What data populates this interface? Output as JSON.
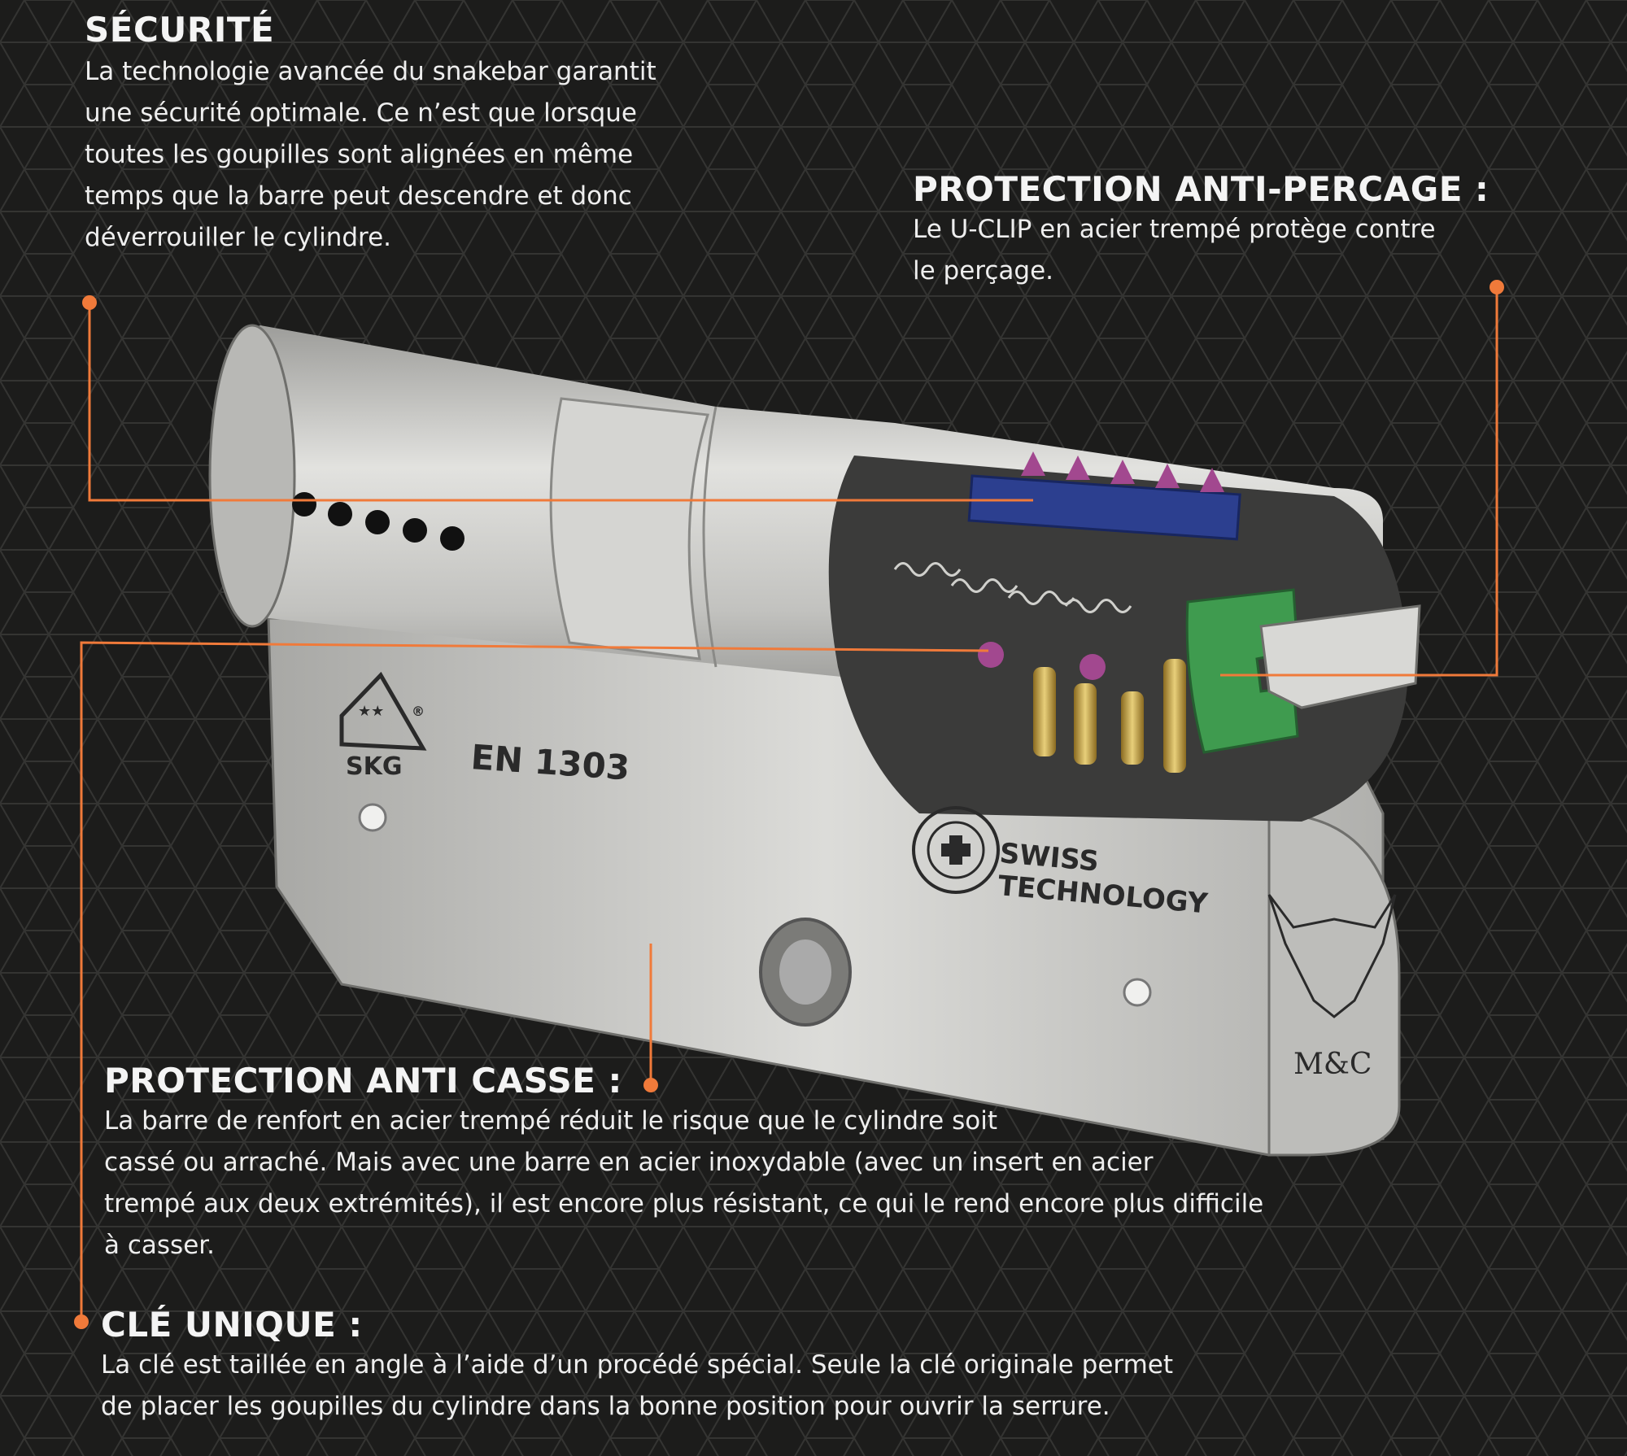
{
  "sections": {
    "security": {
      "heading": "SÉCURITÉ",
      "lines": [
        "La technologie avancée du snakebar garantit",
        "une sécurité optimale. Ce n’est que lorsque",
        "toutes les goupilles sont alignées en même",
        "temps que la barre peut descendre et donc",
        "déverrouiller le cylindre."
      ]
    },
    "anti_drill": {
      "heading": "PROTECTION ANTI-PERCAGE :",
      "lines": [
        "Le U-CLIP en acier trempé protège contre",
        "le perçage."
      ]
    },
    "anti_break": {
      "heading": "PROTECTION ANTI CASSE :",
      "lines": [
        "La barre de renfort en acier trempé réduit le risque que le cylindre soit",
        "cassé ou arraché. Mais avec une barre en acier inoxydable (avec un insert en acier",
        "trempé aux deux extrémités), il est encore plus résistant, ce qui le rend encore plus difficile",
        "à casser."
      ]
    },
    "unique_key": {
      "heading": "CLÉ UNIQUE :",
      "lines": [
        "La clé est taillée en angle à l’aide d’un procédé spécial. Seule la clé originale permet",
        "de placer les goupilles du cylindre dans la bonne position pour ouvrir la serrure."
      ]
    }
  },
  "product_markings": {
    "cert_mark": "SKG",
    "registered": "®",
    "standard": "EN 1303",
    "tech_line1": "SWISS",
    "tech_line2": "TECHNOLOGY",
    "brand": "M&C"
  },
  "colors": {
    "background": "#1c1c1b",
    "accent_orange": "#f07a3a",
    "text": "#f2f2f2",
    "metal": "#c9c9c6",
    "snakebar_blue": "#2c3f8f",
    "uclip_green": "#3f9b4f",
    "pin_purple": "#a2488f"
  }
}
